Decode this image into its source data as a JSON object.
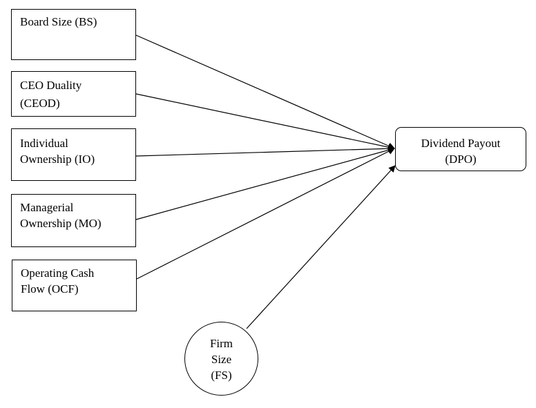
{
  "nodes": {
    "bs": {
      "lines": [
        "Board Size (BS)"
      ]
    },
    "ceod": {
      "lines": [
        "CEO Duality",
        "(CEOD)"
      ]
    },
    "io": {
      "lines": [
        "Individual",
        "Ownership (IO)"
      ]
    },
    "mo": {
      "lines": [
        "Managerial",
        "Ownership (MO)"
      ]
    },
    "ocf": {
      "lines": [
        "Operating Cash",
        "Flow (OCF)"
      ]
    },
    "dpo": {
      "lines": [
        "Dividend Payout",
        "(DPO)"
      ]
    },
    "fs": {
      "lines": [
        "Firm",
        "Size",
        "(FS)"
      ]
    }
  },
  "edges": [
    {
      "from": "bs",
      "to": "dpo"
    },
    {
      "from": "ceod",
      "to": "dpo"
    },
    {
      "from": "io",
      "to": "dpo"
    },
    {
      "from": "mo",
      "to": "dpo"
    },
    {
      "from": "ocf",
      "to": "dpo"
    },
    {
      "from": "fs",
      "to": "dpo"
    }
  ]
}
